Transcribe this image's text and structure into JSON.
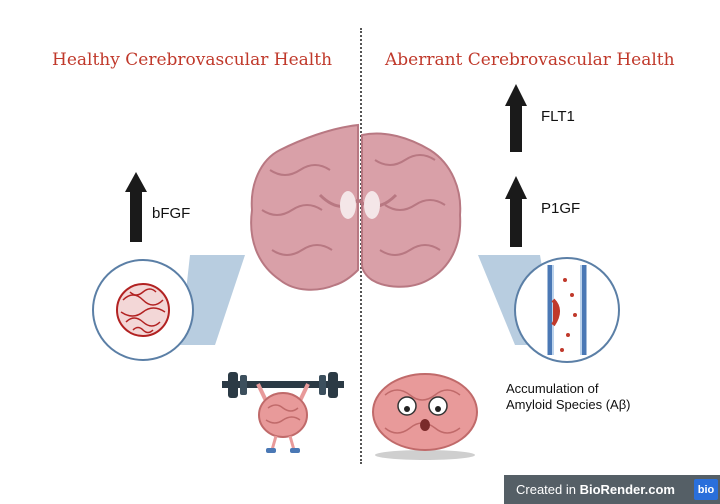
{
  "titles": {
    "left": "Healthy Cerebrovascular Health",
    "right": "Aberrant Cerebrovascular Health"
  },
  "markers": {
    "bfgf": "bFGF",
    "flt1": "FLT1",
    "p1gf": "P1GF"
  },
  "caption": {
    "line1": "Accumulation of",
    "line2": "Amyloid Species (Aβ)"
  },
  "badge": {
    "prefix": "Created in ",
    "brand": "BioRender.com",
    "logo": "bio"
  },
  "colors": {
    "title": "#c0392b",
    "brain": "#d9a0a8",
    "brain_fold": "#b87882",
    "vessel": "#b22222",
    "callout": "#b8cde0"
  }
}
